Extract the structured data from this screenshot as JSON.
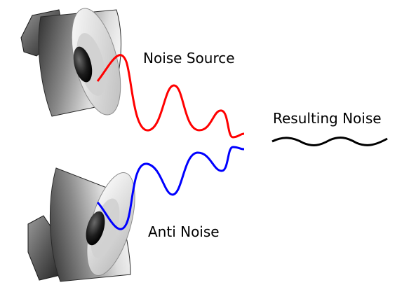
{
  "labels": {
    "noise_source": "Noise Source",
    "resulting_noise": "Resulting Noise",
    "anti_noise": "Anti Noise"
  },
  "colors": {
    "noise_wave": "#ff0000",
    "anti_noise_wave": "#0000ff",
    "resulting_wave": "#000000",
    "speaker_dark": "#2b2b2b",
    "speaker_light": "#e6e6e6"
  },
  "icons": {
    "top_speaker": "speaker-icon",
    "bottom_speaker": "speaker-icon"
  }
}
